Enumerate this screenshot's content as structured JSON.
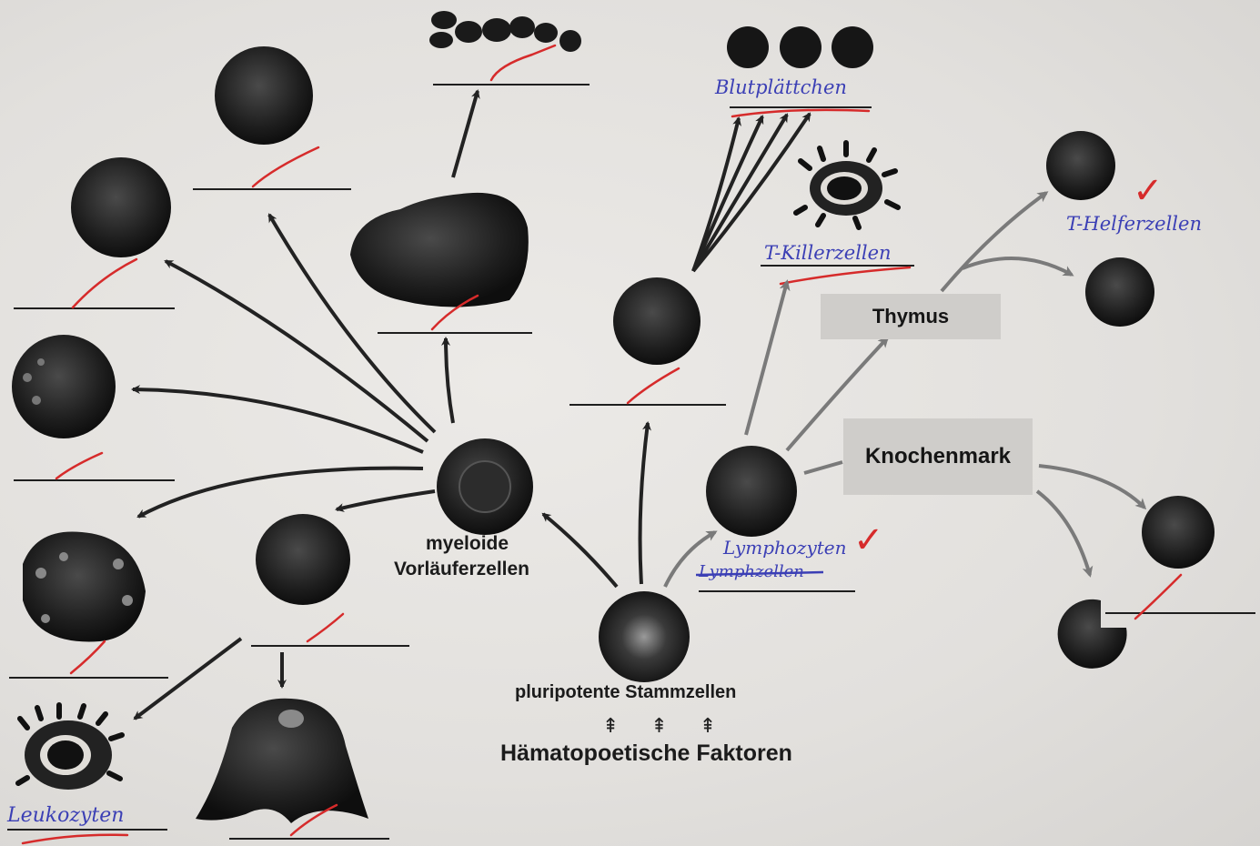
{
  "labels": {
    "myeloid_line1": "myeloide",
    "myeloid_line2": "Vorläuferzellen",
    "stem_cells": "pluripotente Stammzellen",
    "factors": "Hämatopoetische Faktoren",
    "factor_arrows": "⇞ ⇞ ⇞"
  },
  "boxes": {
    "thymus": "Thymus",
    "bone_marrow": "Knochenmark"
  },
  "handwritten": {
    "platelets": "Blutplättchen",
    "t_killer": "T-Killerzellen",
    "t_helper": "T-Helferzellen",
    "lymphocytes": "Lymphozyten",
    "lymphocytes_struck": "Lymphzellen",
    "leukocytes": "Leukozyten"
  },
  "marks": {
    "check": "✓"
  },
  "colors": {
    "ink_blue": "#3b3fb5",
    "ink_red": "#d62b2b",
    "print": "#1b1b1b",
    "arrow_gray": "#7a7a7a"
  }
}
